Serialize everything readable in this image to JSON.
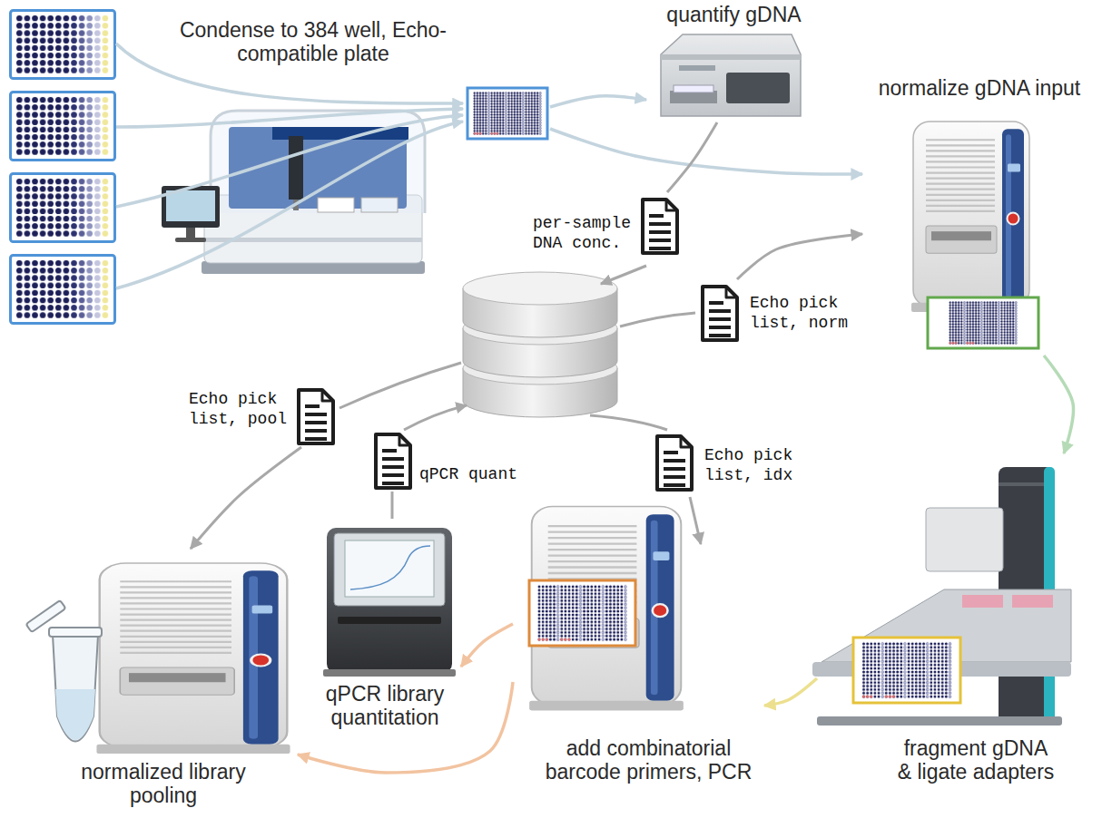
{
  "diagram": {
    "nodes": [
      {
        "text": [
          "Condense to 384 well, Echo-compatible plate"
        ]
      },
      {
        "text": [
          "quantify gDNA"
        ]
      },
      {
        "text": [
          "normalize gDNA input"
        ]
      },
      {
        "text": [
          "per-sample DNA conc."
        ]
      },
      {
        "text": [
          "Echo pick list, norm"
        ]
      },
      {
        "text": [
          "Echo pick list, pool"
        ]
      },
      {
        "text": [
          "qPCR quant"
        ]
      },
      {
        "text": [
          "Echo pick list, idx"
        ]
      },
      {
        "text": [
          "qPCR library quantitation"
        ]
      },
      {
        "text": [
          "add combinatorial barcode primers, PCR"
        ]
      },
      {
        "text": [
          "fragment gDNA & ligate adapters"
        ]
      },
      {
        "text": [
          "normalized library pooling"
        ]
      }
    ],
    "edges": [
      {
        "from": 0,
        "to": 1,
        "arrow": "to"
      },
      {
        "from": 0,
        "to": 2,
        "arrow": "to"
      },
      {
        "from": 1,
        "to": 3,
        "arrow": "none"
      },
      {
        "from": 4,
        "to": 2,
        "arrow": "to"
      },
      {
        "from": 2,
        "to": 10,
        "arrow": "to"
      },
      {
        "from": 10,
        "to": 9,
        "arrow": "to"
      },
      {
        "from": 9,
        "to": 8,
        "arrow": "to"
      },
      {
        "from": 9,
        "to": 11,
        "arrow": "to"
      },
      {
        "from": 7,
        "to": 9,
        "arrow": "to"
      },
      {
        "from": 5,
        "to": 11,
        "arrow": "to"
      },
      {
        "from": 8,
        "to": 6,
        "arrow": "none"
      }
    ]
  }
}
